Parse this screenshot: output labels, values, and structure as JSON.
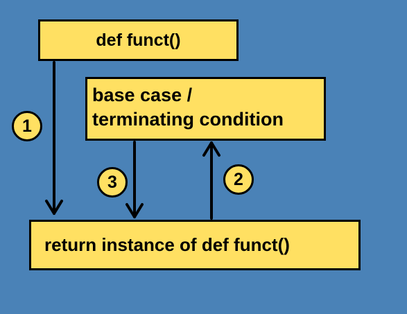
{
  "diagram": {
    "box_def_label": "def funct()",
    "box_base_line1": "base case /",
    "box_base_line2": "terminating condition",
    "box_return_label": "return instance of def funct()",
    "step_1": "1",
    "step_2": "2",
    "step_3": "3"
  },
  "colors": {
    "background": "#4a82b7",
    "box_fill": "#ffe062",
    "stroke": "#000000"
  }
}
